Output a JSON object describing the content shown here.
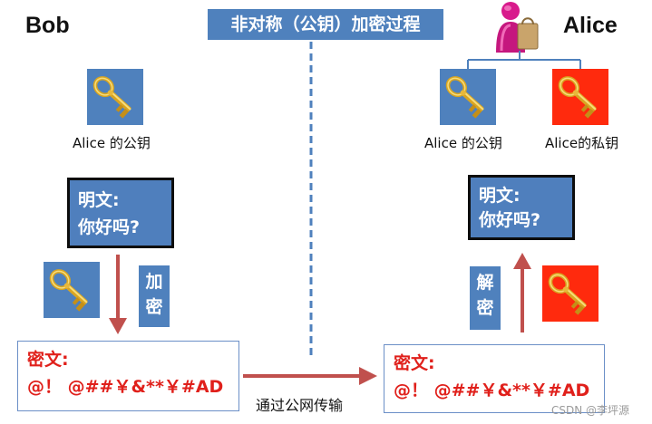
{
  "title": "非对称（公钥）加密过程",
  "bob": {
    "name": "Bob",
    "key_caption": "Alice 的公钥",
    "plaintext_label": "明文:",
    "plaintext_value": "你好吗?",
    "encrypt_label": "加密",
    "ciphertext_label": "密文:",
    "ciphertext_value": "@！ @##￥&**￥#AD"
  },
  "alice": {
    "name": "Alice",
    "public_key_caption": "Alice 的公钥",
    "private_key_caption": "Alice的私钥",
    "plaintext_label": "明文:",
    "plaintext_value": "你好吗?",
    "decrypt_label": "解密",
    "ciphertext_label": "密文:",
    "ciphertext_value": "@！ @##￥&**￥#AD"
  },
  "channel_label": "通过公网传输",
  "watermark": "CSDN @李坪源",
  "colors": {
    "public_key_bg": "#4f81bd",
    "private_key_bg": "#ff2a0d",
    "arrow": "#c0504d",
    "cipher_text": "#e0201b",
    "title_bg": "#4f81bd",
    "divider": "#4f81bd"
  },
  "icons": [
    "gold-key-icon",
    "person-with-bag-icon",
    "arrow-down-icon",
    "arrow-up-icon",
    "arrow-right-icon"
  ]
}
